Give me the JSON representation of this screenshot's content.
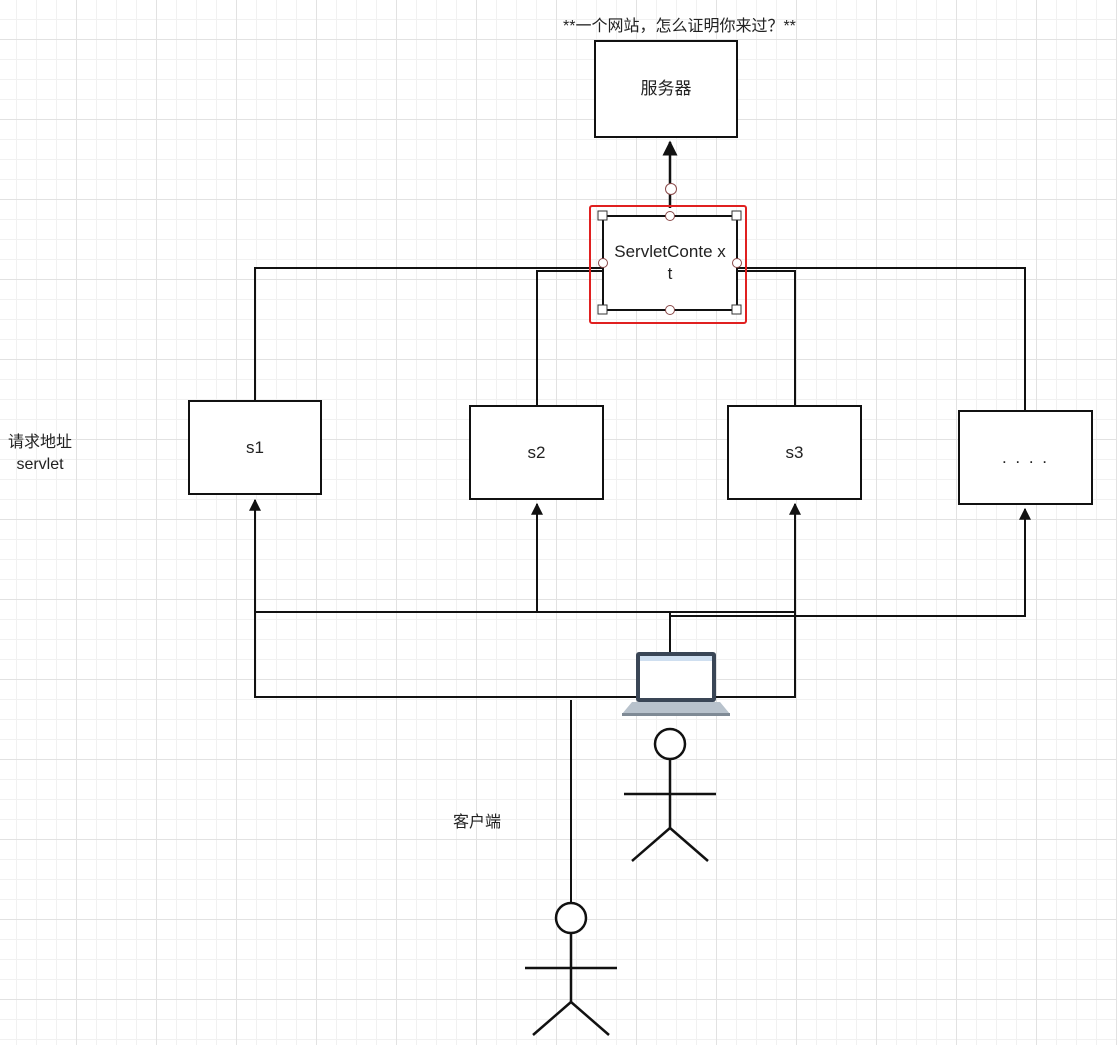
{
  "title": "**一个网站，怎么证明你来过？**",
  "nodes": {
    "server": "服务器",
    "context": "ServletConte xt",
    "s1": "s1",
    "s2": "s2",
    "s3": "s3",
    "more": ". . . ."
  },
  "labels": {
    "request_address": "请求地址",
    "servlet": "servlet",
    "client": "客户端"
  },
  "colors": {
    "line": "#111111",
    "selection": "#e02020",
    "grid": "#e2e2e2"
  }
}
